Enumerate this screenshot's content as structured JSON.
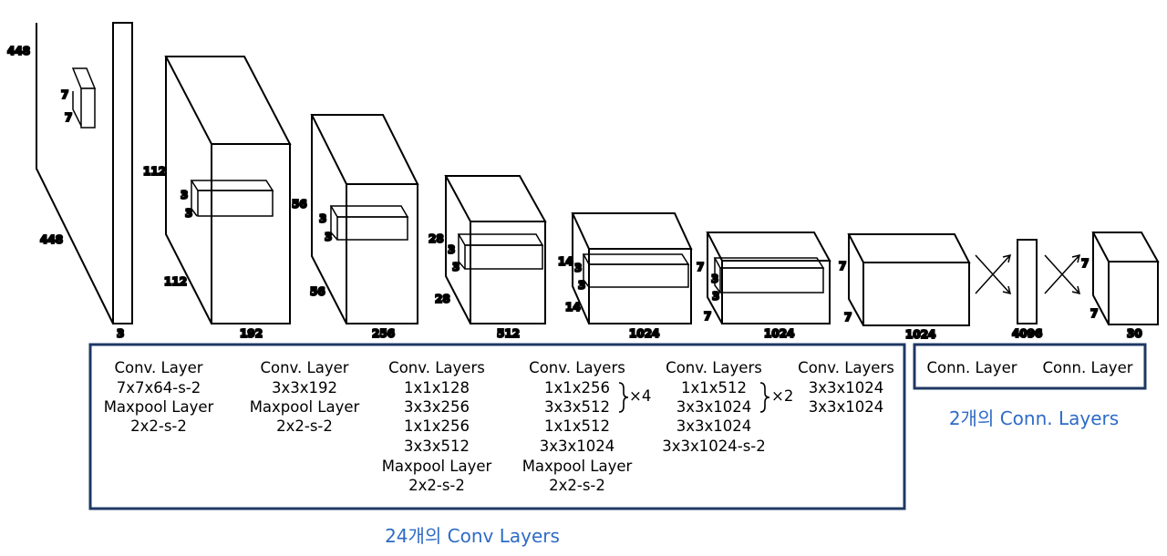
{
  "diagram": {
    "volumes": [
      {
        "name": "input",
        "dims": [
          "448",
          "448",
          "7",
          "7",
          "3"
        ]
      },
      {
        "name": "stage1",
        "dims": [
          "112",
          "112",
          "3",
          "3",
          "192"
        ]
      },
      {
        "name": "stage2",
        "dims": [
          "56",
          "56",
          "3",
          "3",
          "256"
        ]
      },
      {
        "name": "stage3",
        "dims": [
          "28",
          "28",
          "3",
          "3",
          "512"
        ]
      },
      {
        "name": "stage4",
        "dims": [
          "14",
          "14",
          "3",
          "3",
          "1024"
        ]
      },
      {
        "name": "stage5",
        "dims": [
          "7",
          "7",
          "3",
          "3",
          "1024"
        ]
      },
      {
        "name": "stage6",
        "dims": [
          "7",
          "7",
          "1024"
        ]
      },
      {
        "name": "fc1",
        "dims": [
          "4096"
        ]
      },
      {
        "name": "output",
        "dims": [
          "7",
          "7",
          "30"
        ]
      }
    ],
    "conv_blocks": [
      [
        "Conv. Layer",
        "7x7x64-s-2",
        "Maxpool Layer",
        "2x2-s-2"
      ],
      [
        "Conv. Layer",
        "3x3x192",
        "Maxpool Layer",
        "2x2-s-2"
      ],
      [
        "Conv. Layers",
        "1x1x128",
        "3x3x256",
        "1x1x256",
        "3x3x512",
        "Maxpool Layer",
        "2x2-s-2"
      ],
      [
        "Conv. Layers",
        "1x1x256",
        "3x3x512",
        "1x1x512",
        "3x3x1024",
        "Maxpool Layer",
        "2x2-s-2"
      ],
      [
        "Conv. Layers",
        "1x1x512",
        "3x3x1024",
        "3x3x1024",
        "3x3x1024-s-2"
      ],
      [
        "Conv. Layers",
        "3x3x1024",
        "3x3x1024"
      ]
    ],
    "repeats": [
      "×4",
      "×2"
    ],
    "fc_blocks": [
      "Conn. Layer",
      "Conn. Layer"
    ],
    "captions": {
      "conv_group": "24개의 Conv Layers",
      "fc_group": "2개의 Conn. Layers"
    },
    "colors": {
      "stroke": "#000000",
      "group_border": "#1f3864",
      "caption": "#2e6bc6"
    }
  }
}
